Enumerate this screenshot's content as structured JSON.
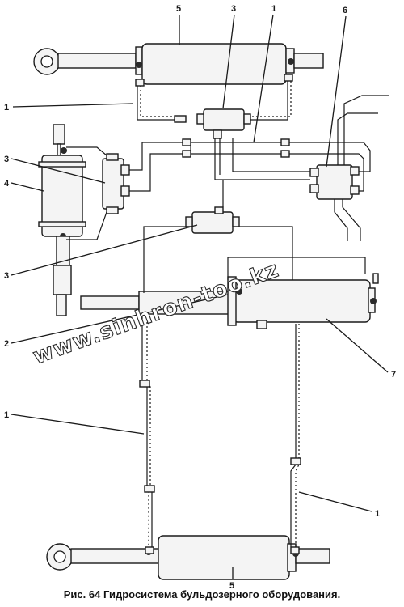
{
  "callouts": {
    "top_5": "5",
    "top_3": "3",
    "top_1": "1",
    "top_6": "6",
    "left_1_upper": "1",
    "left_3_upper": "3",
    "left_4": "4",
    "left_3_lower": "3",
    "left_2": "2",
    "right_7": "7",
    "left_1_lower": "1",
    "right_1_lower": "1",
    "bottom_5": "5"
  },
  "watermark": "www.sinhron-too.kz",
  "caption": "Рис. 64   Гидросистема бульдозерного оборудования."
}
